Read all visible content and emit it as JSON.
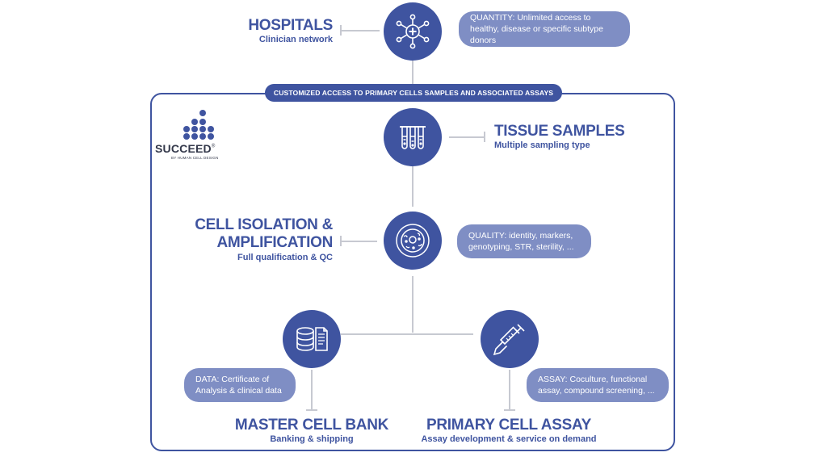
{
  "banner": "CUSTOMIZED ACCESS TO PRIMARY CELLS SAMPLES AND ASSOCIATED ASSAYS",
  "logo": {
    "brand": "SUCCEED",
    "reg": "®",
    "tagline": "BY HUMAN CELL DESIGN"
  },
  "hospitals": {
    "title": "HOSPITALS",
    "subtitle": "Clinician network",
    "icon": "network-cross-icon",
    "note": "QUANTITY: Unlimited access to healthy, disease or specific subtype donors"
  },
  "tissue": {
    "title": "TISSUE SAMPLES",
    "subtitle": "Multiple sampling type",
    "icon": "test-tubes-icon"
  },
  "isolation": {
    "title_line1": "CELL ISOLATION &",
    "title_line2": "AMPLIFICATION",
    "subtitle": "Full qualification & QC",
    "icon": "cell-petri-dish-icon",
    "note": "QUALITY: identity, markers, genotyping, STR, sterility, ..."
  },
  "bank": {
    "title": "MASTER CELL BANK",
    "subtitle": "Banking & shipping",
    "icon": "database-document-icon",
    "note": "DATA: Certificate of Analysis & clinical data"
  },
  "assay": {
    "title": "PRIMARY CELL ASSAY",
    "subtitle": "Assay development & service on demand",
    "icon": "syringe-pipette-icon",
    "note": "ASSAY: Coculture, functional assay, compound screening, ..."
  },
  "colors": {
    "primary": "#3f54a0",
    "pill": "#7f8ec4",
    "connector": "#c7c9d1"
  }
}
